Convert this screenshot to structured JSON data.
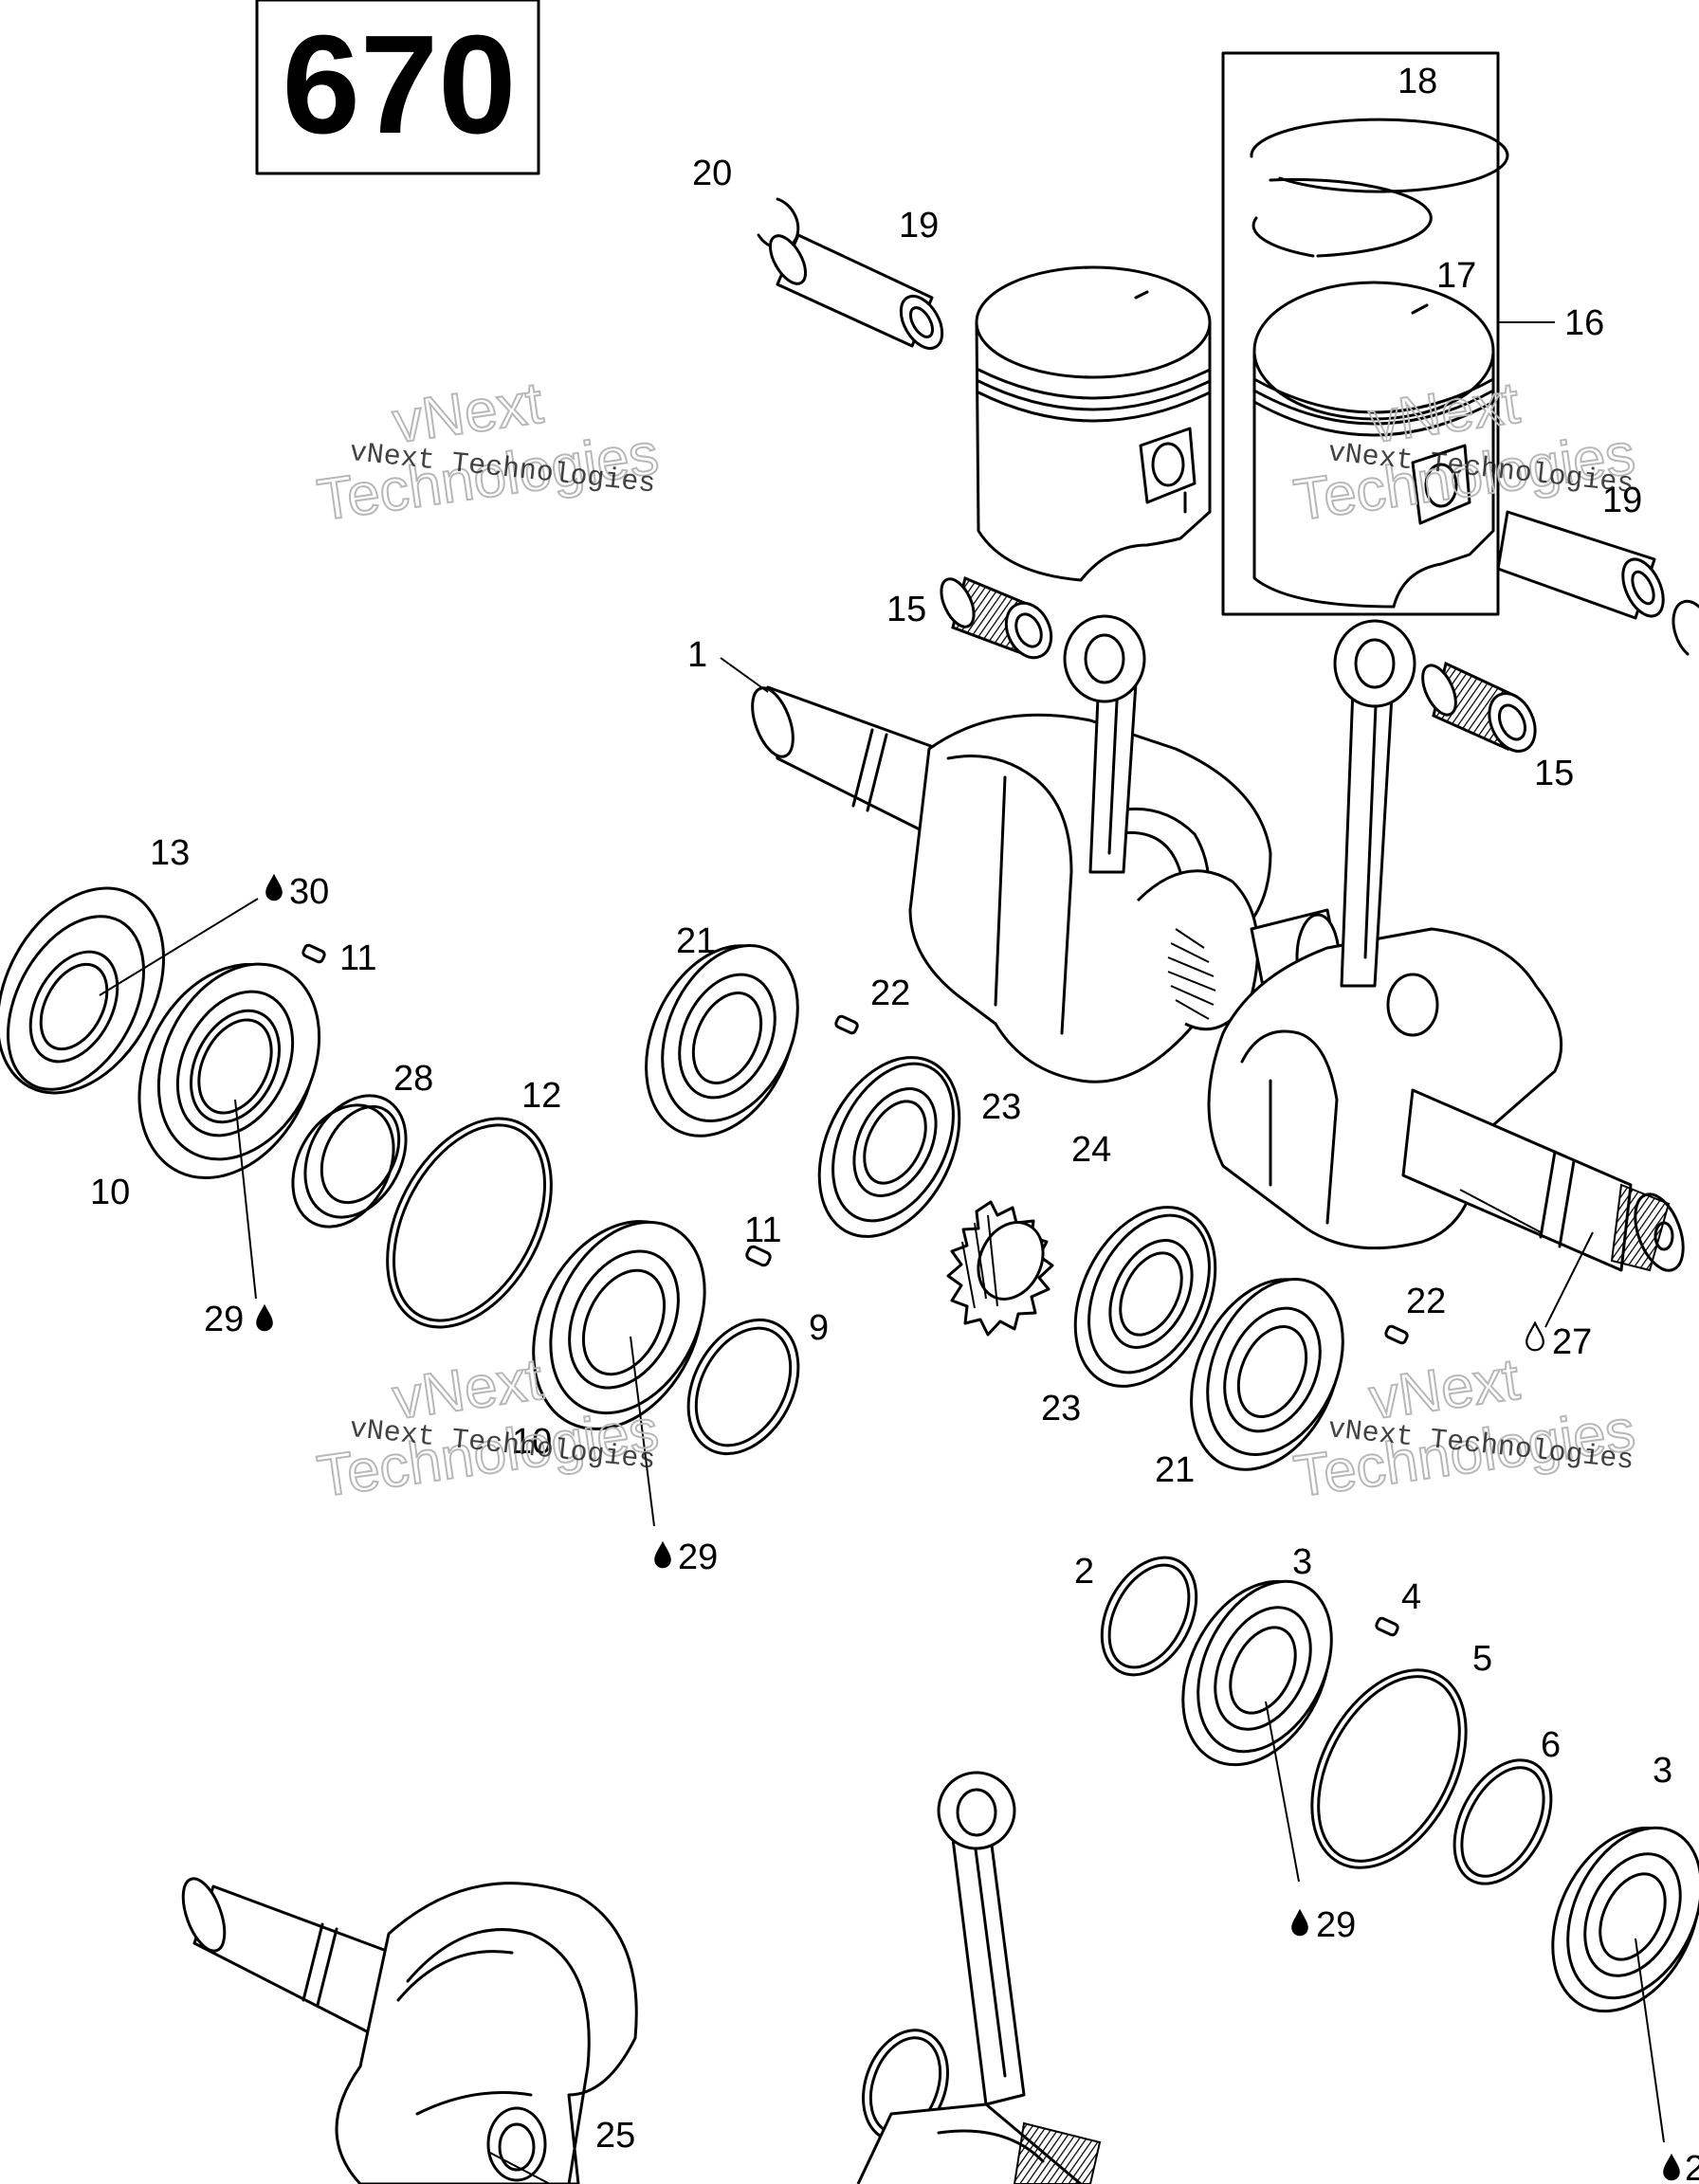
{
  "diagram": {
    "title": "670",
    "callouts": [
      {
        "id": "c20",
        "label": "20"
      },
      {
        "id": "c19a",
        "label": "19"
      },
      {
        "id": "c18",
        "label": "18"
      },
      {
        "id": "c17",
        "label": "17"
      },
      {
        "id": "c16",
        "label": "16"
      },
      {
        "id": "c19b",
        "label": "19"
      },
      {
        "id": "c15a",
        "label": "15"
      },
      {
        "id": "c15b",
        "label": "15"
      },
      {
        "id": "c1",
        "label": "1"
      },
      {
        "id": "c13",
        "label": "13"
      },
      {
        "id": "c30",
        "label": "30"
      },
      {
        "id": "c11a",
        "label": "11"
      },
      {
        "id": "c28",
        "label": "28"
      },
      {
        "id": "c12",
        "label": "12"
      },
      {
        "id": "c10a",
        "label": "10"
      },
      {
        "id": "c29a",
        "label": "29"
      },
      {
        "id": "c21a",
        "label": "21"
      },
      {
        "id": "c22a",
        "label": "22"
      },
      {
        "id": "c23a",
        "label": "23"
      },
      {
        "id": "c24",
        "label": "24"
      },
      {
        "id": "c11b",
        "label": "11"
      },
      {
        "id": "c9",
        "label": "9"
      },
      {
        "id": "c10b",
        "label": "10"
      },
      {
        "id": "c29b",
        "label": "29"
      },
      {
        "id": "c23b",
        "label": "23"
      },
      {
        "id": "c21b",
        "label": "21"
      },
      {
        "id": "c22b",
        "label": "22"
      },
      {
        "id": "c27",
        "label": "27"
      },
      {
        "id": "c2",
        "label": "2"
      },
      {
        "id": "c3a",
        "label": "3"
      },
      {
        "id": "c4",
        "label": "4"
      },
      {
        "id": "c5",
        "label": "5"
      },
      {
        "id": "c6",
        "label": "6"
      },
      {
        "id": "c3b",
        "label": "3"
      },
      {
        "id": "c29c",
        "label": "29"
      },
      {
        "id": "c25",
        "label": "25"
      },
      {
        "id": "c2x",
        "label": "2"
      }
    ],
    "watermarks": [
      {
        "line1": "vNext Technologies",
        "big1": "vNext",
        "big2": "Technologies"
      },
      {
        "line1": "vNext Technologies",
        "big1": "vNext",
        "big2": "Technologies"
      },
      {
        "line1": "vNext Technologies",
        "big1": "vNext",
        "big2": "Technologies"
      },
      {
        "line1": "vNext Technologies",
        "big1": "vNext",
        "big2": "Technologies"
      }
    ]
  },
  "colors": {
    "ink": "#000000",
    "paper": "#ffffff",
    "watermark": "#b8b8b8"
  },
  "icons": {
    "lubricant_drop": "drop-icon"
  }
}
